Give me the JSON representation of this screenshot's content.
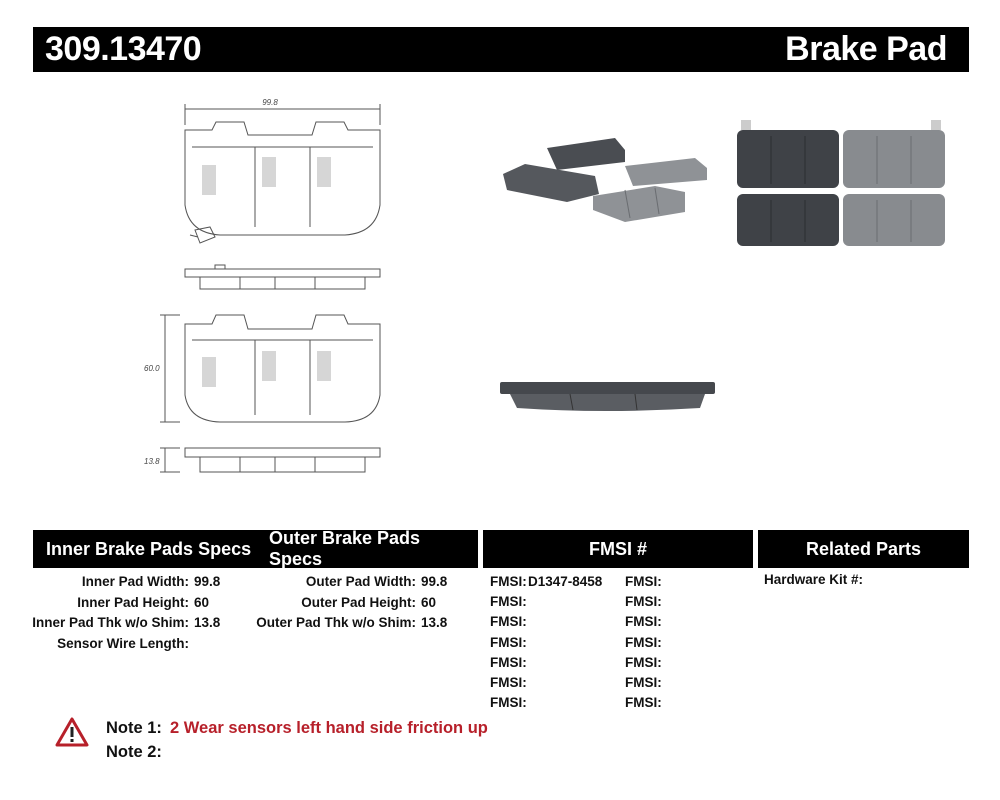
{
  "header": {
    "part_number": "309.13470",
    "product_type": "Brake Pad"
  },
  "drawing": {
    "width_dim": "99.8",
    "height_dim": "60.0",
    "thickness_dim": "13.8"
  },
  "sections": {
    "inner_specs_title": "Inner Brake Pads Specs",
    "outer_specs_title": "Outer Brake Pads Specs",
    "fmsi_title": "FMSI #",
    "related_title": "Related Parts"
  },
  "inner_specs": [
    {
      "label": "Inner Pad Width:",
      "value": "99.8"
    },
    {
      "label": "Inner Pad Height:",
      "value": "60"
    },
    {
      "label": "Inner Pad Thk w/o Shim:",
      "value": "13.8"
    },
    {
      "label": "Sensor Wire Length:",
      "value": ""
    }
  ],
  "outer_specs": [
    {
      "label": "Outer Pad Width:",
      "value": "99.8"
    },
    {
      "label": "Outer Pad Height:",
      "value": "60"
    },
    {
      "label": "Outer Pad Thk w/o Shim:",
      "value": "13.8"
    }
  ],
  "fmsi_left": [
    {
      "label": "FMSI:",
      "value": "D1347-8458"
    },
    {
      "label": "FMSI:",
      "value": ""
    },
    {
      "label": "FMSI:",
      "value": ""
    },
    {
      "label": "FMSI:",
      "value": ""
    },
    {
      "label": "FMSI:",
      "value": ""
    },
    {
      "label": "FMSI:",
      "value": ""
    },
    {
      "label": "FMSI:",
      "value": ""
    }
  ],
  "fmsi_right": [
    {
      "label": "FMSI:",
      "value": ""
    },
    {
      "label": "FMSI:",
      "value": ""
    },
    {
      "label": "FMSI:",
      "value": ""
    },
    {
      "label": "FMSI:",
      "value": ""
    },
    {
      "label": "FMSI:",
      "value": ""
    },
    {
      "label": "FMSI:",
      "value": ""
    },
    {
      "label": "FMSI:",
      "value": ""
    }
  ],
  "related": {
    "hardware_label": "Hardware Kit #:",
    "hardware_value": ""
  },
  "notes": [
    {
      "label": "Note 1:",
      "text": "2 Wear sensors left hand side friction up"
    },
    {
      "label": "Note 2:",
      "text": ""
    }
  ],
  "colors": {
    "note_red": "#b7202a",
    "header_bg": "#000000",
    "pad_dark": "#4a4d52",
    "pad_light": "#8f9296"
  }
}
